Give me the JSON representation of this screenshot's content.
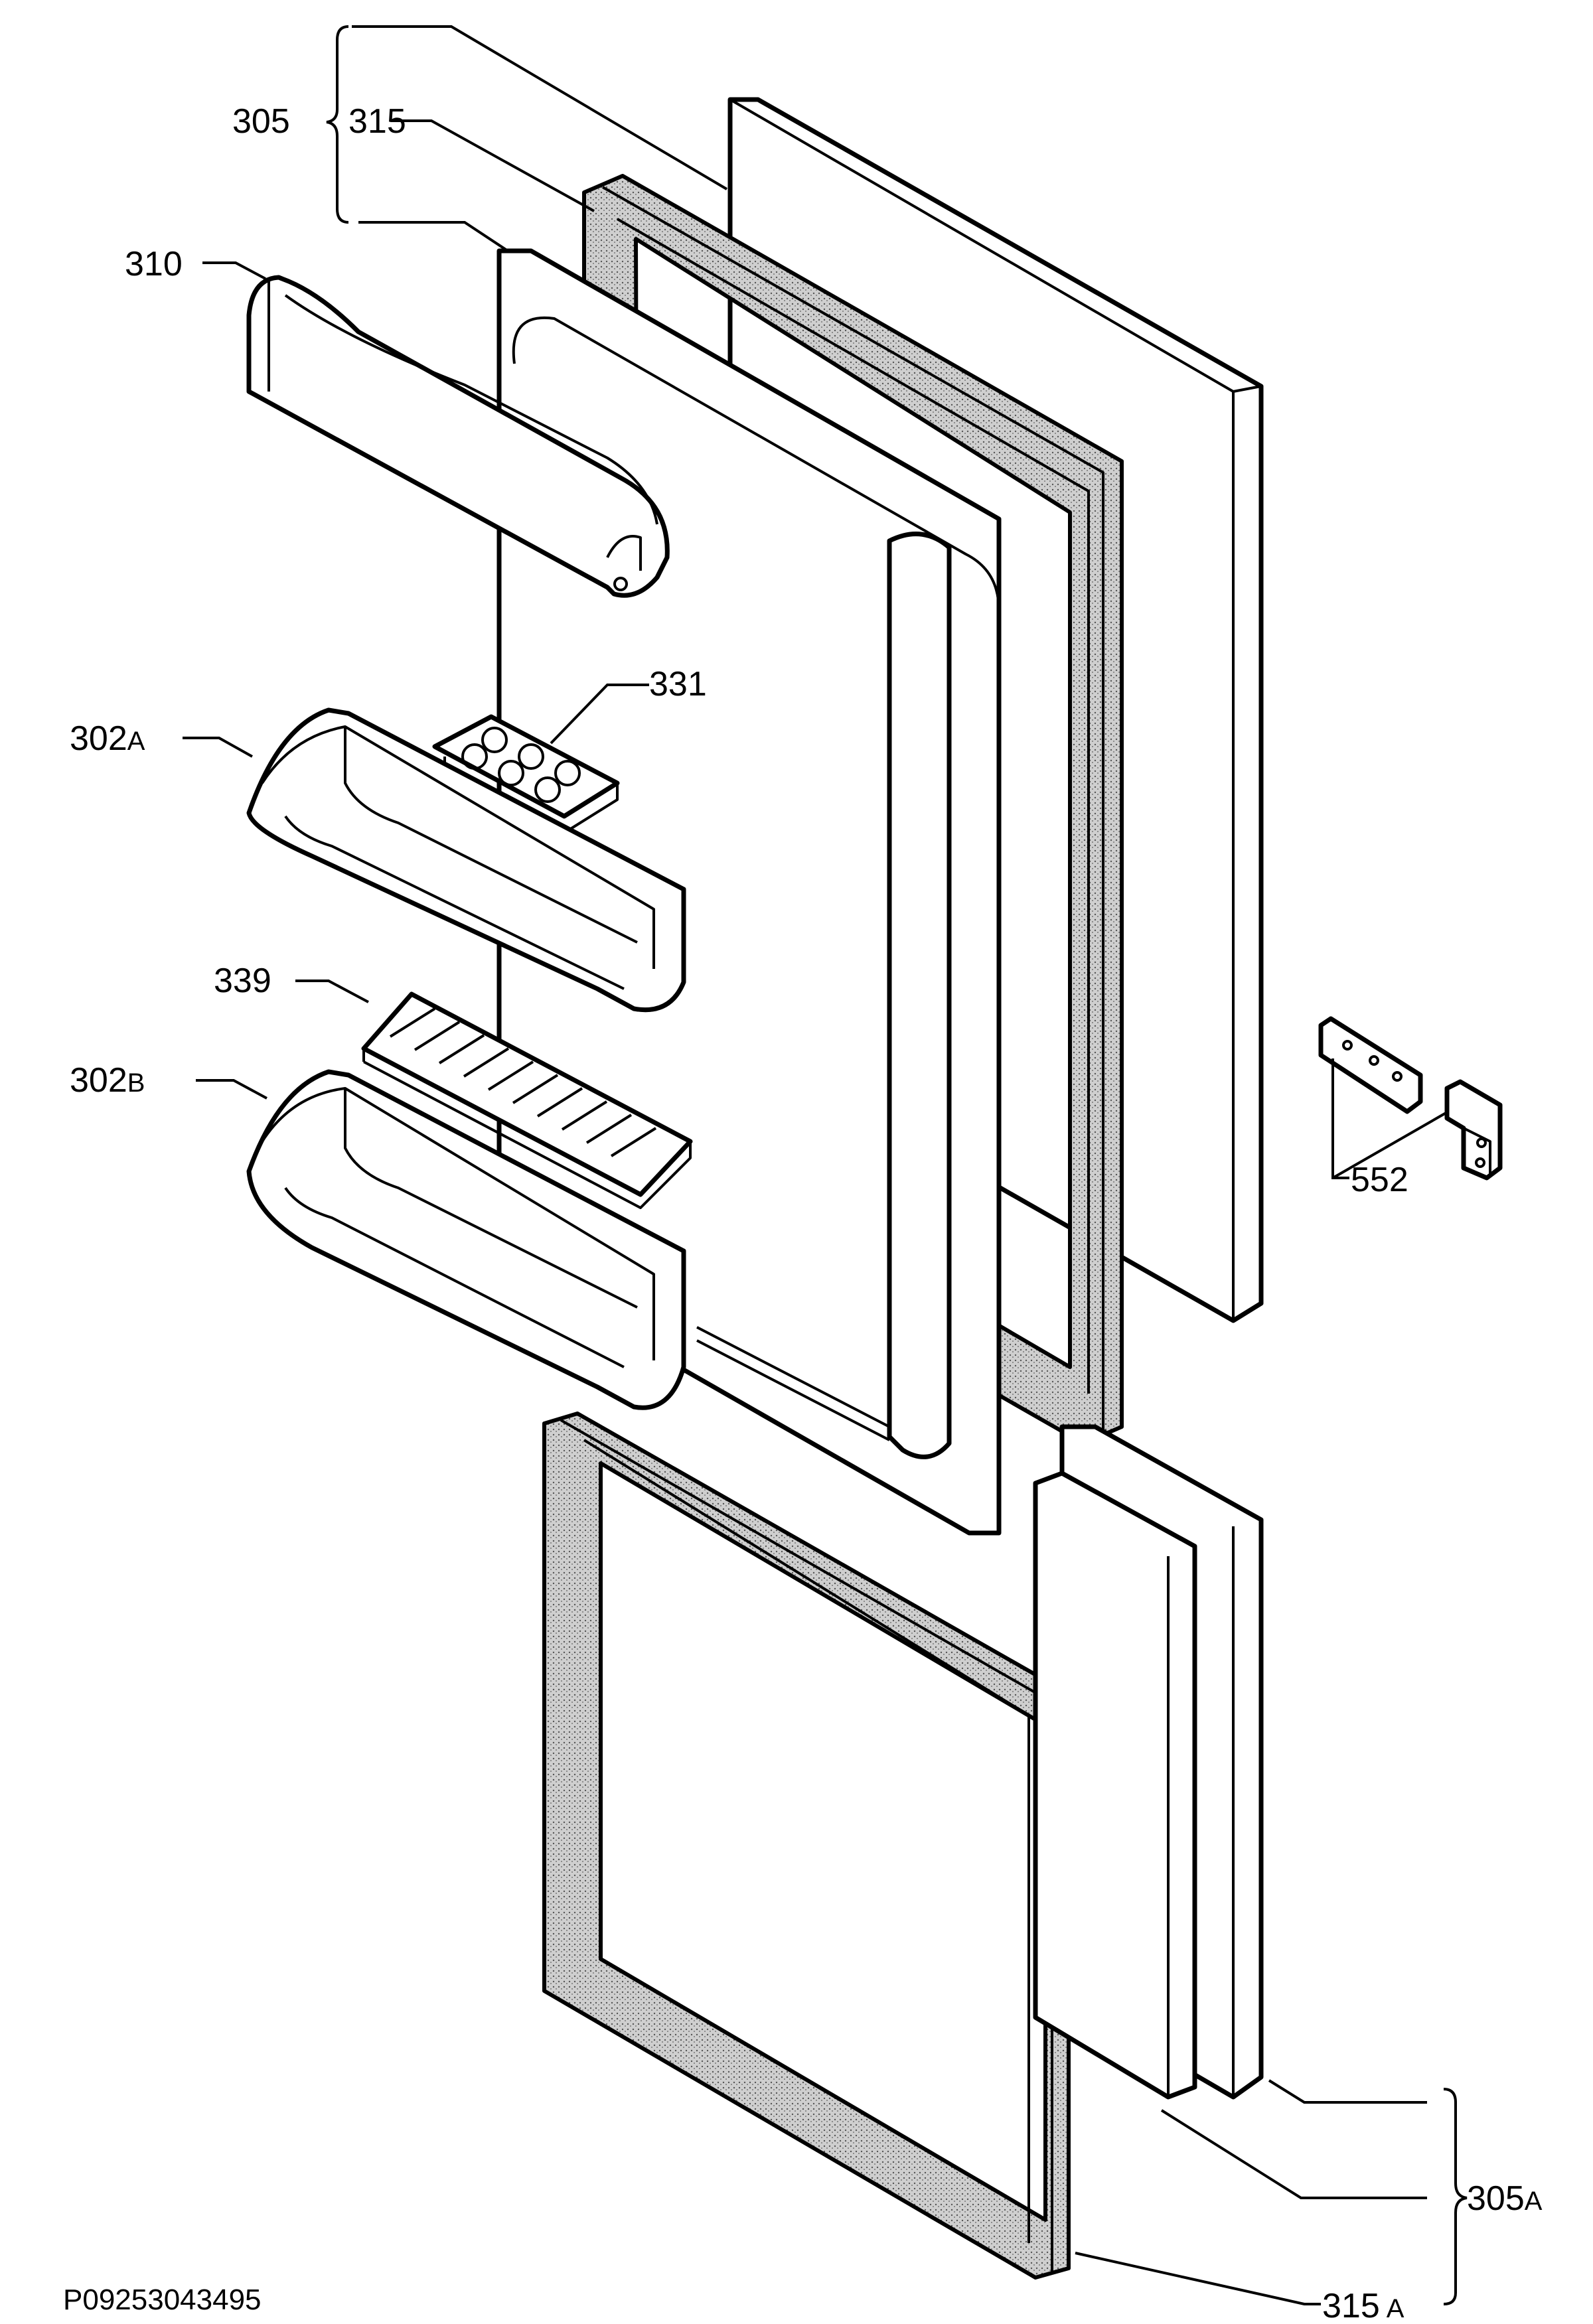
{
  "labels": {
    "l305": "305",
    "l315": "315",
    "l310": "310",
    "l331": "331",
    "l302a_num": "302",
    "l302a_suf": "A",
    "l339": "339",
    "l302b_num": "302",
    "l302b_suf": "B",
    "l552": "552",
    "l305a_num": "305",
    "l305a_suf": "A",
    "l315a_num": "315",
    "l315a_suf": "A"
  },
  "drawing_code": "P09253043495"
}
